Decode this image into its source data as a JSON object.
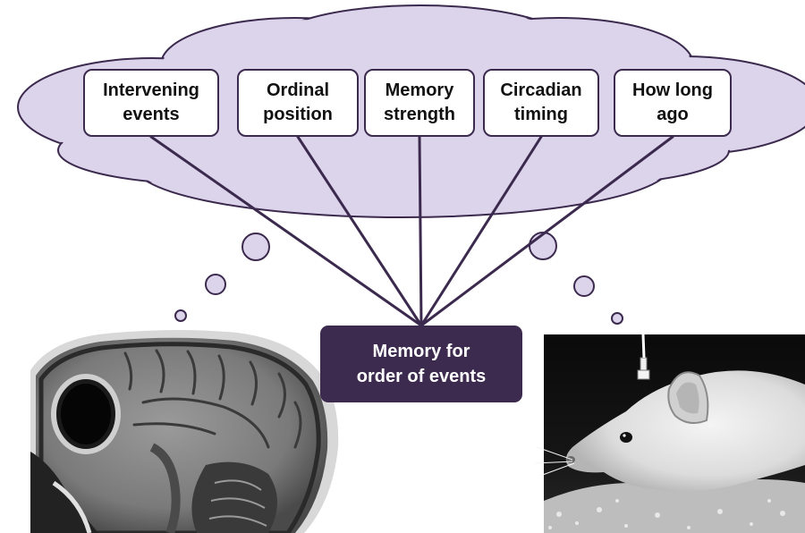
{
  "diagram": {
    "factors": [
      {
        "label": "Intervening\nevents"
      },
      {
        "label": "Ordinal\nposition"
      },
      {
        "label": "Memory\nstrength"
      },
      {
        "label": "Circadian\ntiming"
      },
      {
        "label": "How long\nago"
      }
    ],
    "center": {
      "label": "Memory for\norder of events"
    }
  },
  "colors": {
    "cloud_fill": "#dcd4ea",
    "outline": "#3b2a4e",
    "center_fill": "#3d2b4f",
    "center_text": "#ffffff"
  },
  "images": {
    "left": "brain-mri-sagittal",
    "right": "rat-with-implant"
  }
}
